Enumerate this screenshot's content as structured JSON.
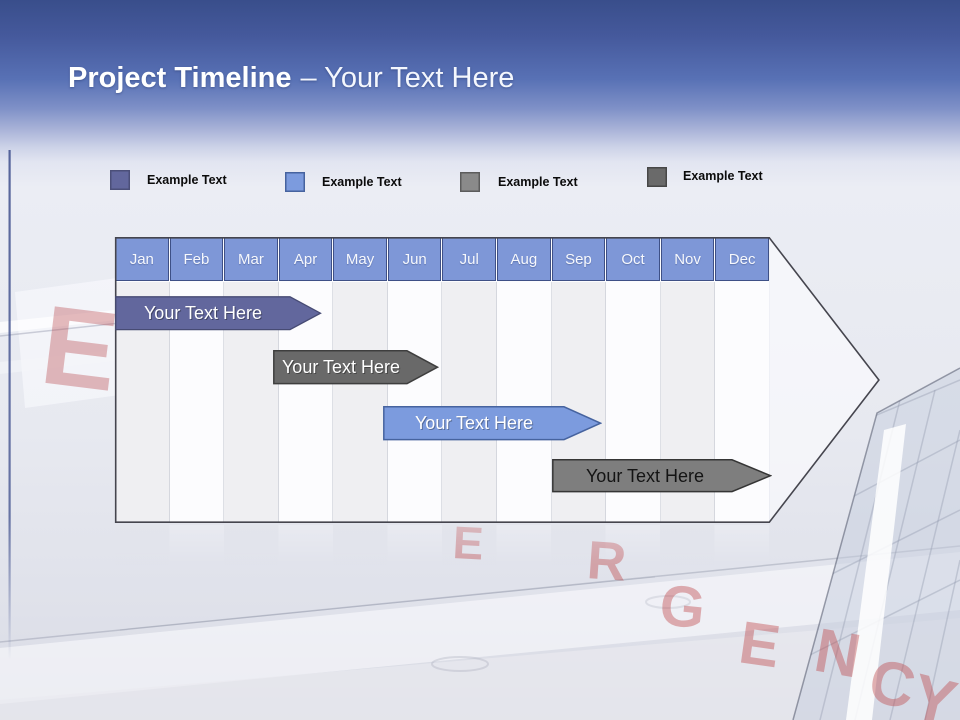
{
  "title": {
    "primary": "Project Timeline",
    "secondary": "– Your Text Here"
  },
  "legend": {
    "items": [
      {
        "label": "Example Text",
        "color": "#62679D",
        "border": "#4B4F79"
      },
      {
        "label": "Example Text",
        "color": "#7C9BDE",
        "border": "#46639F"
      },
      {
        "label": "Example Text",
        "color": "#8A8A8A",
        "border": "#5C5C5C"
      },
      {
        "label": "Example Text",
        "color": "#6A6A6A",
        "border": "#474747"
      }
    ]
  },
  "timeline": {
    "months": [
      "Jan",
      "Feb",
      "Mar",
      "Apr",
      "May",
      "Jun",
      "Jul",
      "Aug",
      "Sep",
      "Oct",
      "Nov",
      "Dec"
    ],
    "header_color": "#7E97D7",
    "header_border_color": "#3E5086",
    "bars": [
      {
        "label": "Your Text Here",
        "fill": "#62679D",
        "border": "#474B74",
        "text_color": "#FFFFFF",
        "span": "Jan–Apr"
      },
      {
        "label": "Your Text Here",
        "fill": "#696969",
        "border": "#3E3E3E",
        "text_color": "#FFFFFF",
        "span": "Mar–Jun"
      },
      {
        "label": "Your Text Here",
        "fill": "#7C9BDE",
        "border": "#46639F",
        "text_color": "#FFFFFF",
        "span": "May–Sep"
      },
      {
        "label": "Your Text Here",
        "fill": "#7E7E7E",
        "border": "#353535",
        "text_color": "#141414",
        "span": "Sep–Dec"
      }
    ]
  },
  "background": {
    "accent_color": "#3E4E8C",
    "sign_letters": [
      "E",
      "E",
      "R",
      "G",
      "E",
      "N",
      "C",
      "Y"
    ]
  }
}
